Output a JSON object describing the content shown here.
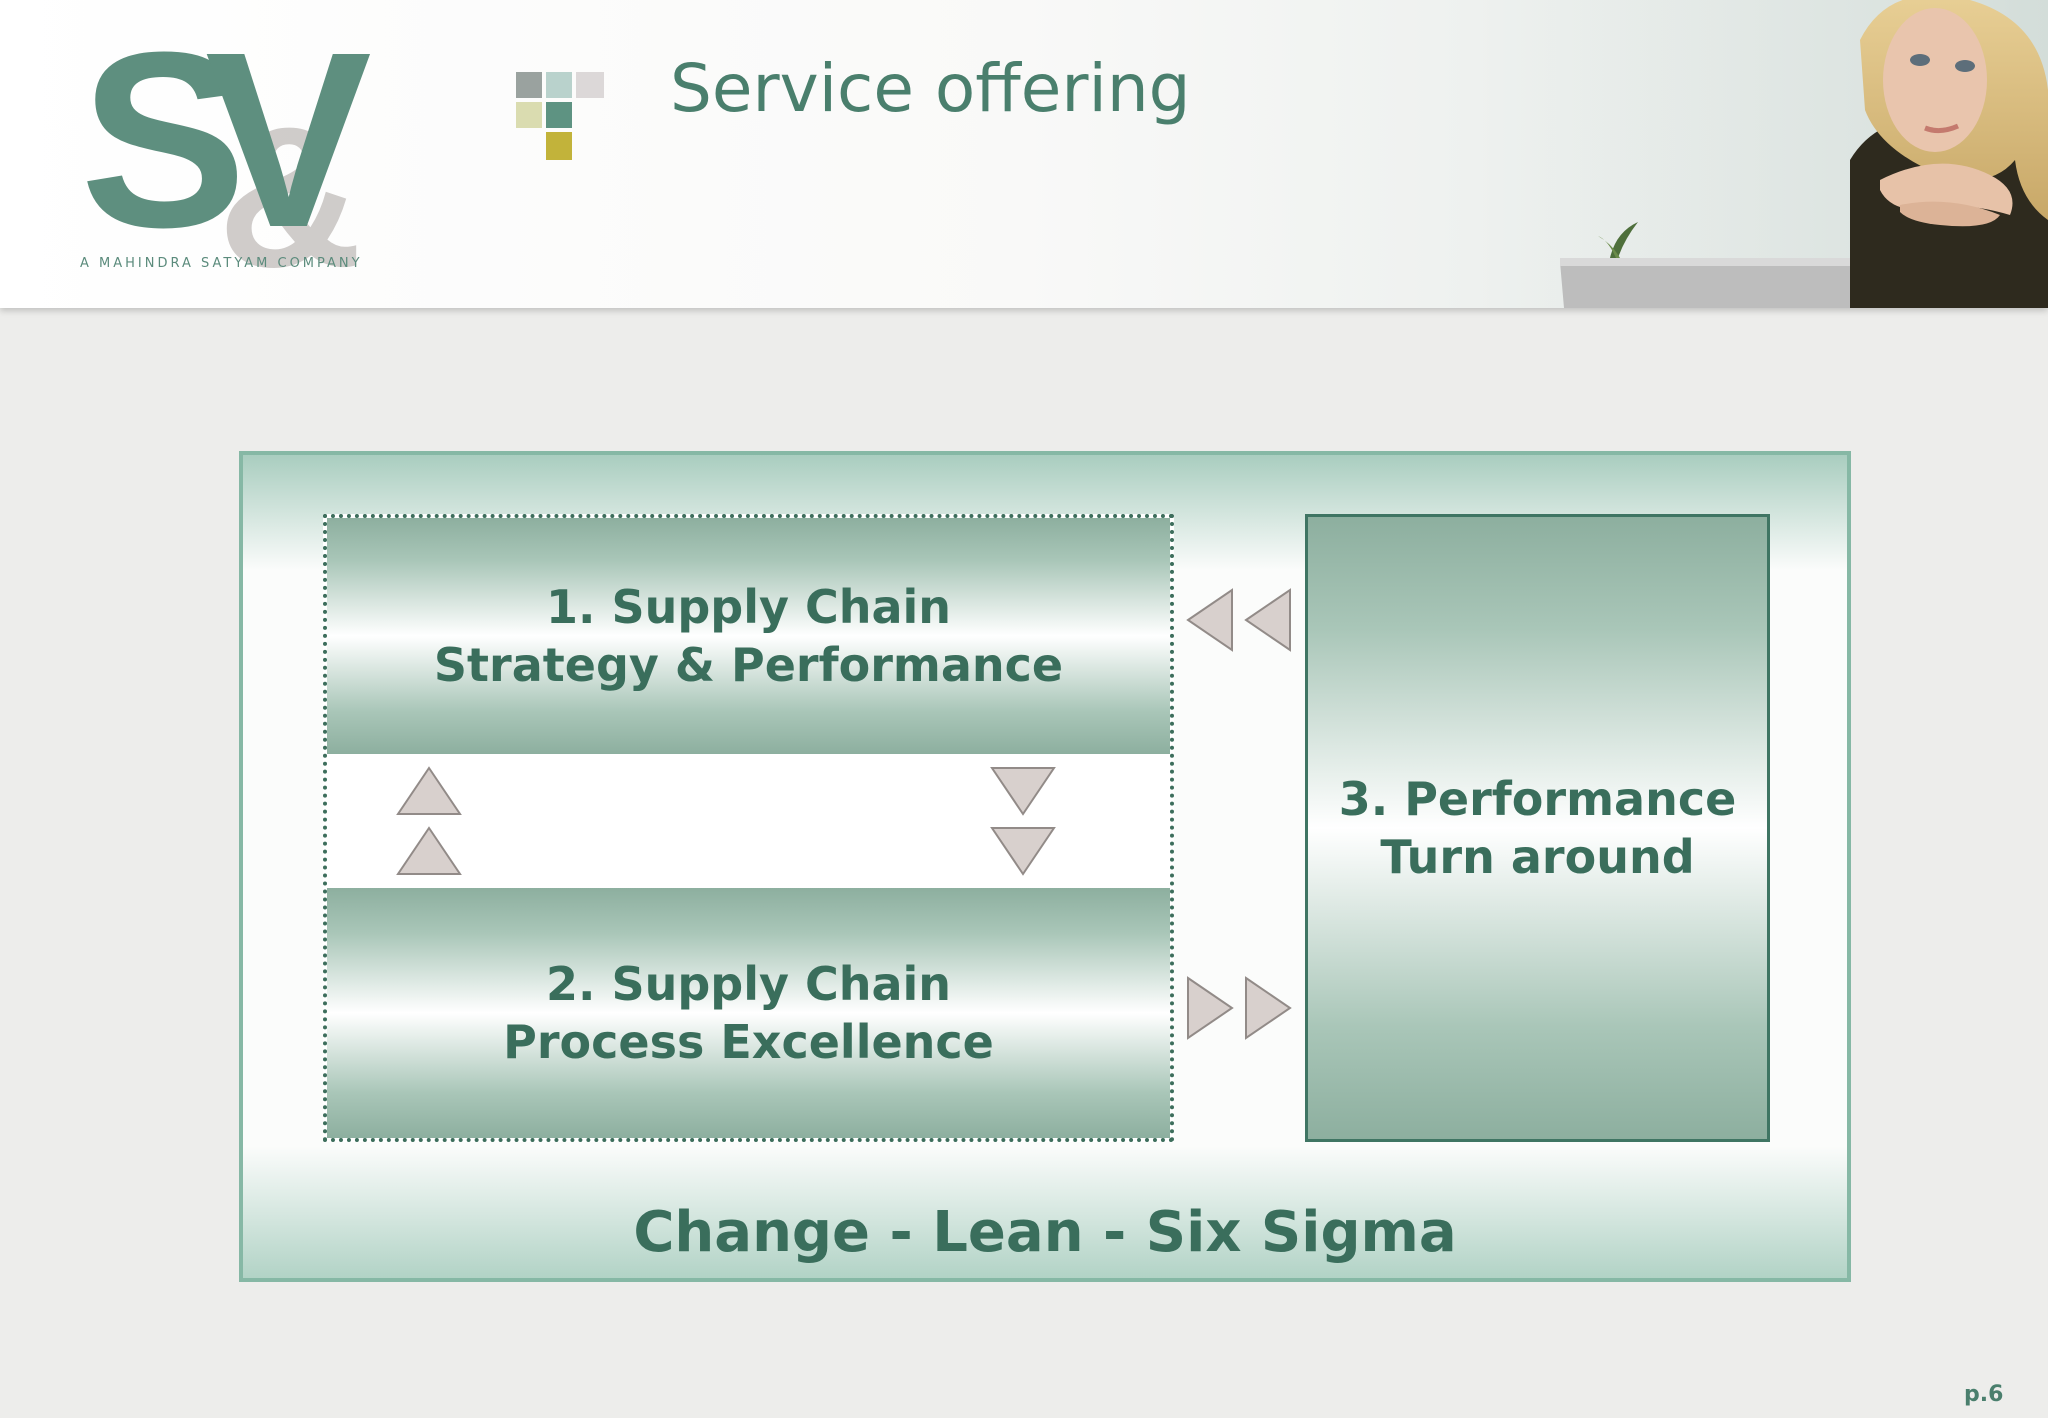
{
  "header": {
    "title": "Service offering",
    "logo_text": "S&V",
    "logo_tagline": "A MAHINDRA SATYAM COMPANY"
  },
  "diagram": {
    "box1": "1. Supply Chain\nStrategy & Performance",
    "box2": "2. Supply Chain\nProcess Excellence",
    "box3": "3. Performance\nTurn around",
    "bottom": "Change - Lean - Six Sigma"
  },
  "footer": {
    "page_number": "p.6"
  },
  "colors": {
    "brand_green": "#4a7f6d",
    "dark_green": "#3a6e5c",
    "frame_green": "#86b8a5",
    "arrow_fill": "#d8d0cd"
  }
}
